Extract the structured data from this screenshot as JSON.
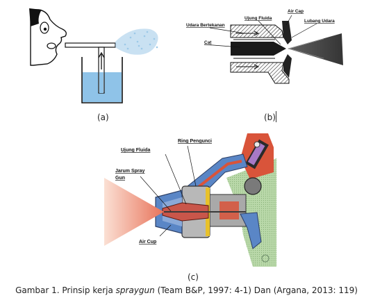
{
  "panel_a": {
    "sublabel": "(a)"
  },
  "panel_b": {
    "sublabel": "(b)",
    "labels": {
      "udara_bertekanan": "Udara Bertekanan",
      "ujung_fluida": "Ujung Fluida",
      "air_cap": "Air Cap",
      "lubang_udara": "Lubang Udara",
      "cat": "Cat"
    }
  },
  "panel_c": {
    "sublabel": "(c)",
    "labels": {
      "ring_pengunci": "Ring Pengunci",
      "ujung_fluida": "Ujung Fluida",
      "jarum_spray_1": "Jarum Spray",
      "jarum_spray_2": "Gun",
      "air_cup": "Air Cup"
    }
  },
  "caption": {
    "prefix": "Gambar 1. Prinsip kerja ",
    "italic": "spraygun",
    "suffix": " (Team B&P, 1997: 4-1) Dan (Argana, 2013: 119)"
  },
  "colors": {
    "liquid": "#8fc3e8",
    "spray": "#f2a07c",
    "fluid_tip": "#c9564a",
    "gun_blue": "#5a86c6",
    "gun_gray": "#a9a9a9",
    "gun_green": "#b9d8a9",
    "gun_red": "#d9543a",
    "gun_purple": "#a779c6"
  }
}
